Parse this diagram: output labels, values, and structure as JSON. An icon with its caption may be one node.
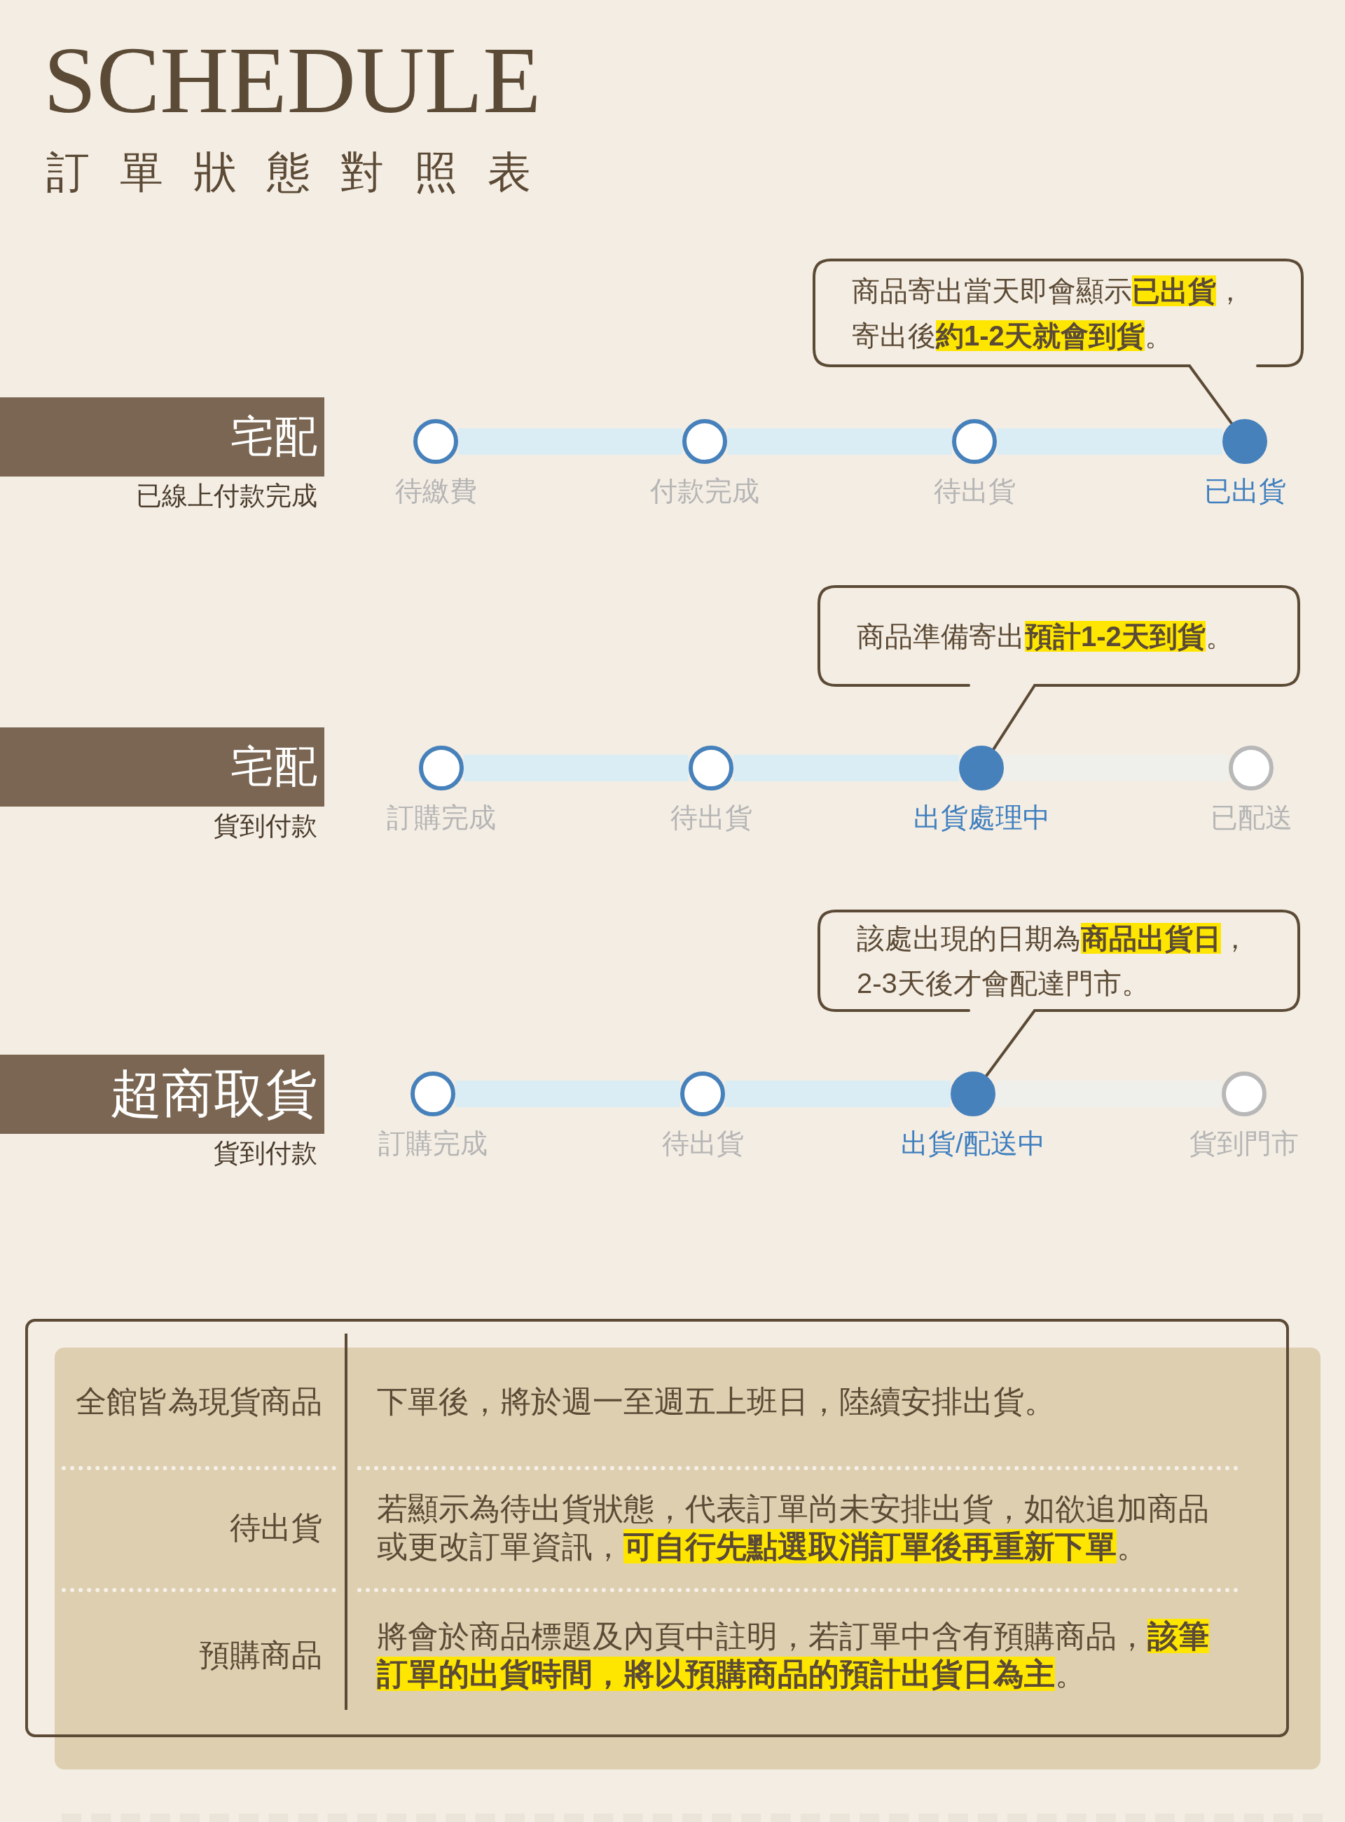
{
  "diagram": {
    "title": "SCHEDULE",
    "nodes": [
      {
        "text": [
          "商品寄出當天即會顯示**已出貨**，寄出後**約1-2天就會到貨**。"
        ]
      },
      {
        "text": [
          "宅配",
          "已線上付款完成"
        ]
      },
      {
        "text": [
          "待繳費"
        ]
      },
      {
        "text": [
          "付款完成"
        ]
      },
      {
        "text": [
          "待出貨"
        ]
      },
      {
        "text": [
          "已出貨"
        ]
      },
      {
        "text": [
          "商品準備寄出**預計1-2天到貨**。"
        ]
      },
      {
        "text": [
          "宅配",
          "貨到付款"
        ]
      },
      {
        "text": [
          "訂購完成"
        ]
      },
      {
        "text": [
          "待出貨"
        ]
      },
      {
        "text": [
          "出貨處理中"
        ]
      },
      {
        "text": [
          "已配送"
        ]
      },
      {
        "text": [
          "該處出現的日期為**商品出貨日**，2-3天後才會配達門市。"
        ]
      },
      {
        "text": [
          "超商取貨",
          "貨到付款"
        ]
      },
      {
        "text": [
          "訂購完成"
        ]
      },
      {
        "text": [
          "待出貨"
        ]
      },
      {
        "text": [
          "出貨/配送中"
        ]
      },
      {
        "text": [
          "貨到門市"
        ]
      }
    ],
    "edges": [
      {
        "from": 0,
        "to": 5,
        "arrow": "none",
        "color": "#5b4a35"
      },
      {
        "from": 2,
        "to": 3,
        "arrow": "none"
      },
      {
        "from": 3,
        "to": 4,
        "arrow": "none"
      },
      {
        "from": 4,
        "to": 5,
        "arrow": "none"
      },
      {
        "from": 6,
        "to": 10,
        "arrow": "none",
        "color": "#5b4a35"
      },
      {
        "from": 8,
        "to": 9,
        "arrow": "none"
      },
      {
        "from": 9,
        "to": 10,
        "arrow": "none"
      },
      {
        "from": 10,
        "to": 11,
        "arrow": "none",
        "color": "#efefec"
      },
      {
        "from": 12,
        "to": 16,
        "arrow": "none",
        "color": "#5b4a35"
      },
      {
        "from": 14,
        "to": 15,
        "arrow": "none"
      },
      {
        "from": 15,
        "to": 16,
        "arrow": "none"
      },
      {
        "from": 16,
        "to": 17,
        "arrow": "none",
        "color": "#efefec"
      }
    ],
    "labels": [
      "訂單狀態對照表",
      "全館皆為現貨商品",
      "下單後，將於週一至週五上班日，陸續安排出貨。",
      "待出貨",
      "若顯示為待出貨狀態，代表訂單尚未安排出貨，如欲追加商品或更改訂單資訊，**可自行先點選取消訂單後再重新下單**。",
      "預購商品",
      "將會於商品標題及內頁中註明，若訂單中含有預購商品，**該筆訂單的出貨時間，將以預購商品的預計出貨日為主**。"
    ]
  }
}
